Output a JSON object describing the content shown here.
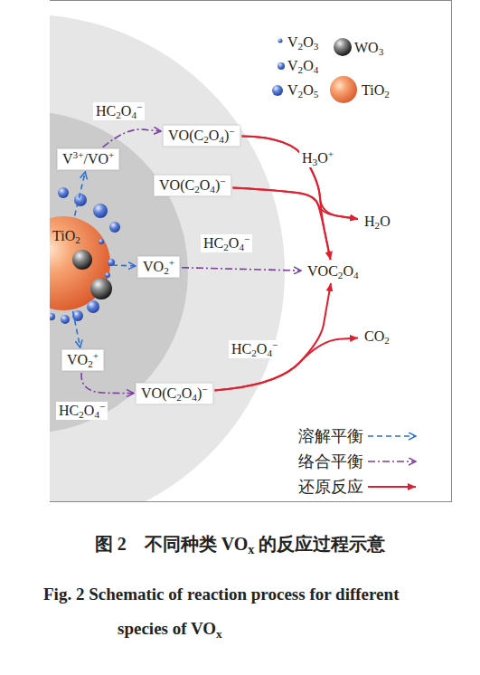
{
  "diagram": {
    "caption": "图 2　不同种类 VOx 的反应过程示意",
    "nodes": [
      {
        "text": [
          "TiO2"
        ]
      },
      {
        "text": [
          "V3+/VO+"
        ]
      },
      {
        "text": [
          "VO(C2O4)−"
        ]
      },
      {
        "text": [
          "VO(C2O4)−"
        ]
      },
      {
        "text": [
          "VO2+"
        ]
      },
      {
        "text": [
          "VOC2O4"
        ]
      },
      {
        "text": [
          "VO2+"
        ]
      },
      {
        "text": [
          "VO(C2O4)−"
        ]
      },
      {
        "text": [
          "H2O"
        ]
      },
      {
        "text": [
          "CO2"
        ]
      }
    ],
    "edges": [
      {
        "from": 0,
        "to": 1,
        "arrow": "to"
      },
      {
        "from": 1,
        "to": 2,
        "arrow": "to",
        "label": "HC2O4−"
      },
      {
        "from": 2,
        "to": 5,
        "arrow": "to",
        "label": "H3O+"
      },
      {
        "from": 3,
        "to": 5,
        "arrow": "to"
      },
      {
        "from": 2,
        "to": 8,
        "arrow": "to"
      },
      {
        "from": 3,
        "to": 8,
        "arrow": "to"
      },
      {
        "from": 0,
        "to": 4,
        "arrow": "to"
      },
      {
        "from": 4,
        "to": 5,
        "arrow": "to",
        "label": "HC2O4−"
      },
      {
        "from": 0,
        "to": 6,
        "arrow": "to"
      },
      {
        "from": 6,
        "to": 7,
        "arrow": "to",
        "label": "HC2O4−"
      },
      {
        "from": 7,
        "to": 5,
        "arrow": "to",
        "label": "HC2O4−"
      },
      {
        "from": 7,
        "to": 9,
        "arrow": "to"
      }
    ],
    "labels": [
      "Fig. 2 Schematic of reaction process for different species of VOx"
    ],
    "legend": [
      {
        "text": "V2O3"
      },
      {
        "text": "V2O4"
      },
      {
        "text": "V2O5"
      },
      {
        "text": "WO3"
      },
      {
        "text": "TiO2"
      },
      {
        "text": "溶解平衡"
      },
      {
        "text": "络合平衡"
      },
      {
        "text": "还原反应"
      }
    ]
  }
}
